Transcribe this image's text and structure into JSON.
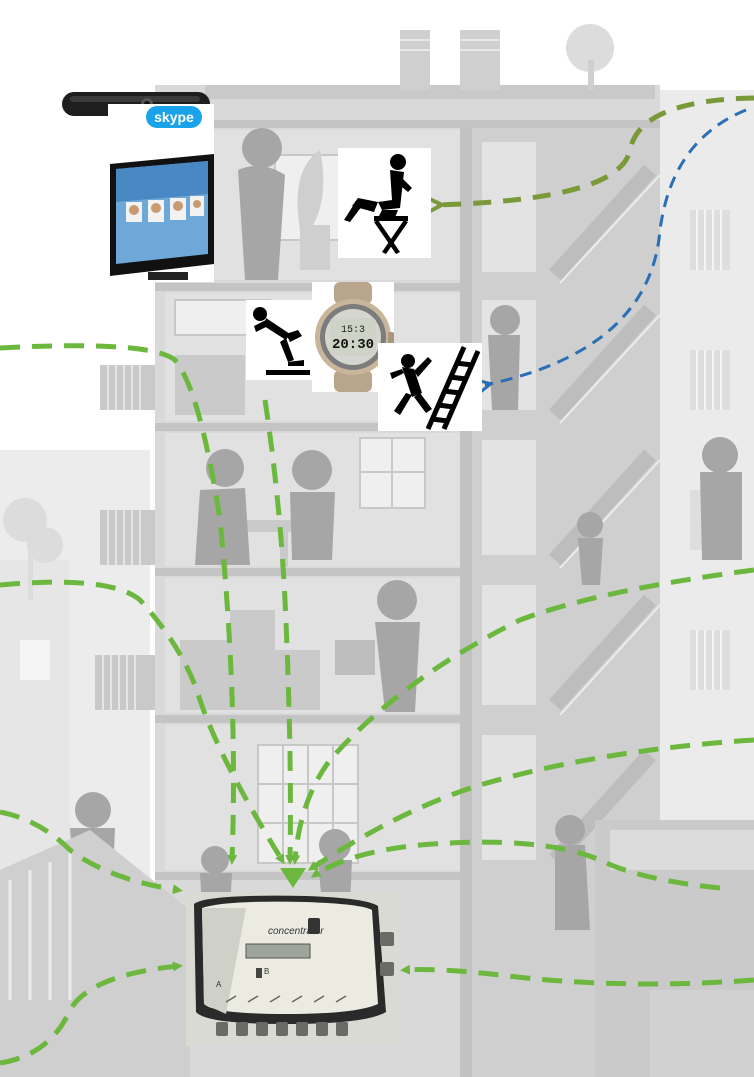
{
  "colors": {
    "building": "#d4d4d4",
    "building_dark": "#b9b9b9",
    "silhouette": "#9f9f9f",
    "green_link": "#6cb83e",
    "olive_link": "#7a9a3a",
    "blue_link": "#2a6fb5"
  },
  "skype_logo": "skype",
  "watch": {
    "time_top": "15:3",
    "time_main": "20:30"
  },
  "concentrator": {
    "label": "concentrator",
    "slot_labels": [
      "A",
      "B"
    ]
  },
  "icons": {
    "camera": "skype-camera-icon",
    "tv": "skype-tv-icon",
    "sitting": "sitting-person-icon",
    "slip": "slip-fall-icon",
    "ladder": "ladder-fall-icon",
    "watch": "fall-detector-watch-icon",
    "concentrator": "concentrator-device-icon"
  }
}
